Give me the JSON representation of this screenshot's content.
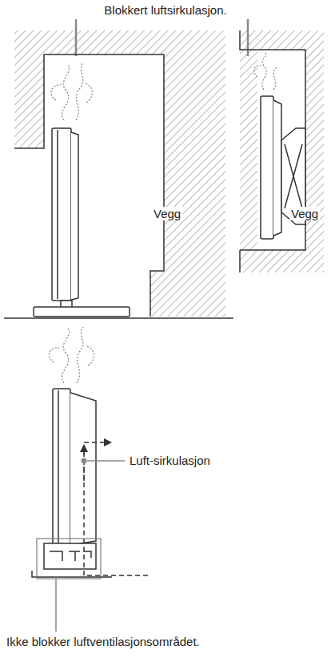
{
  "diagram": {
    "labels": [
      "Blokkert luftsirkulasjon.",
      "Vegg",
      "Vegg",
      "Luft-sirkulasjon",
      "Ikke blokker luftventilasjonsområdet."
    ]
  }
}
